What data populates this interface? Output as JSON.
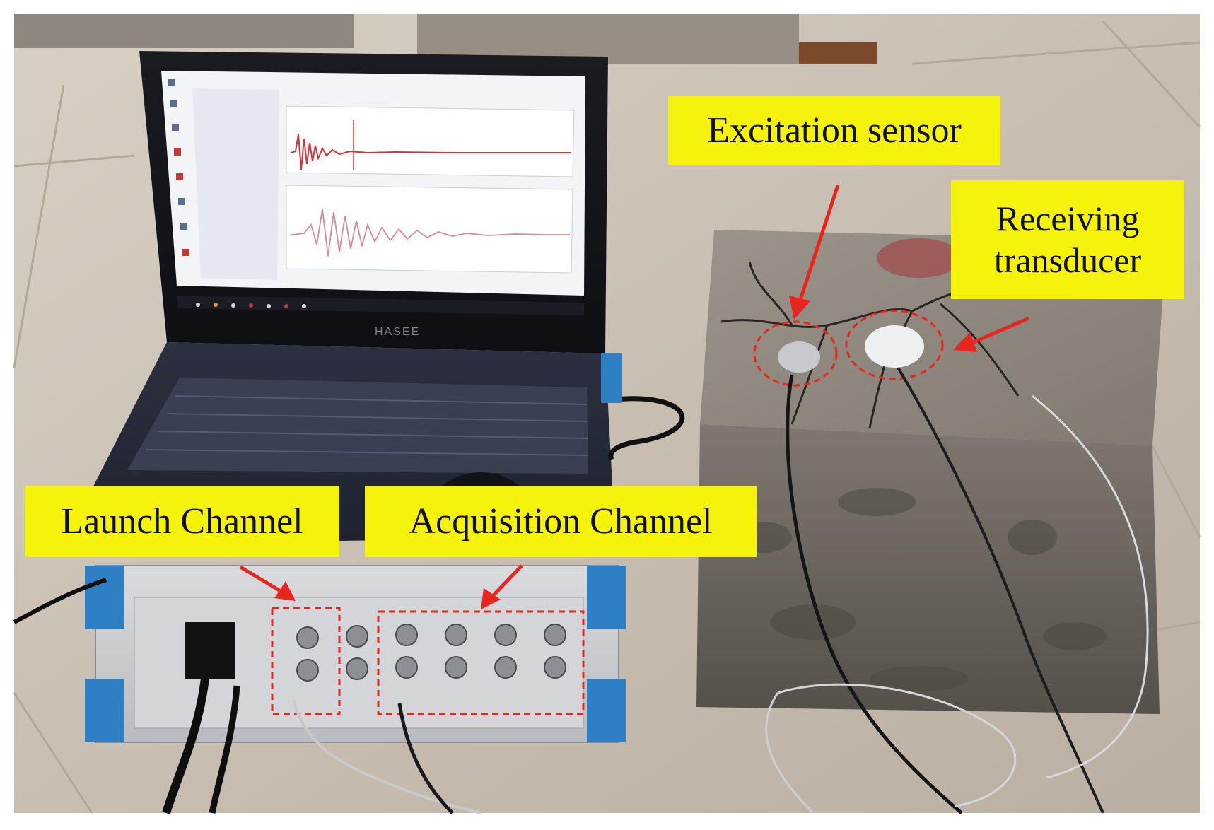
{
  "photo": {
    "subject": "ultrasonic-test-setup-photo",
    "colors": {
      "label_bg": "#f5f20c",
      "label_text": "#111111",
      "annotation_red": "#e8261e",
      "floor": "#c9bfb2",
      "concrete": "#6f6a63"
    }
  },
  "labels": {
    "excitation_sensor": "Excitation sensor",
    "receiving_line1": "Receiving",
    "receiving_line2": "transducer",
    "launch_channel": "Launch Channel",
    "acquisition_channel": "Acquisition Channel"
  },
  "screen_logo": "HASEE"
}
